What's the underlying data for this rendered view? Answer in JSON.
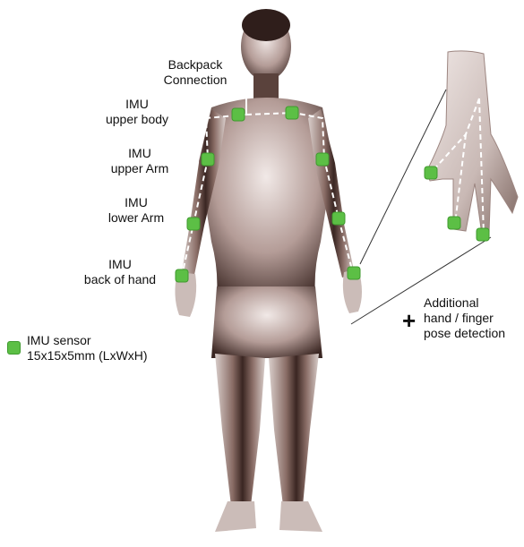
{
  "labels": {
    "backpack": [
      "Backpack",
      "Connection"
    ],
    "imu_upper_body": [
      "IMU",
      "upper body"
    ],
    "imu_upper_arm": [
      "IMU",
      "upper Arm"
    ],
    "imu_lower_arm": [
      "IMU",
      "lower Arm"
    ],
    "imu_back_of_hand": [
      "IMU",
      "back of hand"
    ],
    "additional": [
      "Additional",
      "hand / finger",
      "pose detection"
    ],
    "plus": "+"
  },
  "legend": {
    "lines": [
      "IMU sensor",
      "15x15x5mm (LxWxH)"
    ],
    "icon": "green-square-sensor"
  },
  "colors": {
    "sensor": "#5cbf45",
    "sensor_border": "#3f9a2e",
    "skin_dark": "#3a2622",
    "skin_light": "#e8dedc",
    "cable": "#ffffff"
  }
}
